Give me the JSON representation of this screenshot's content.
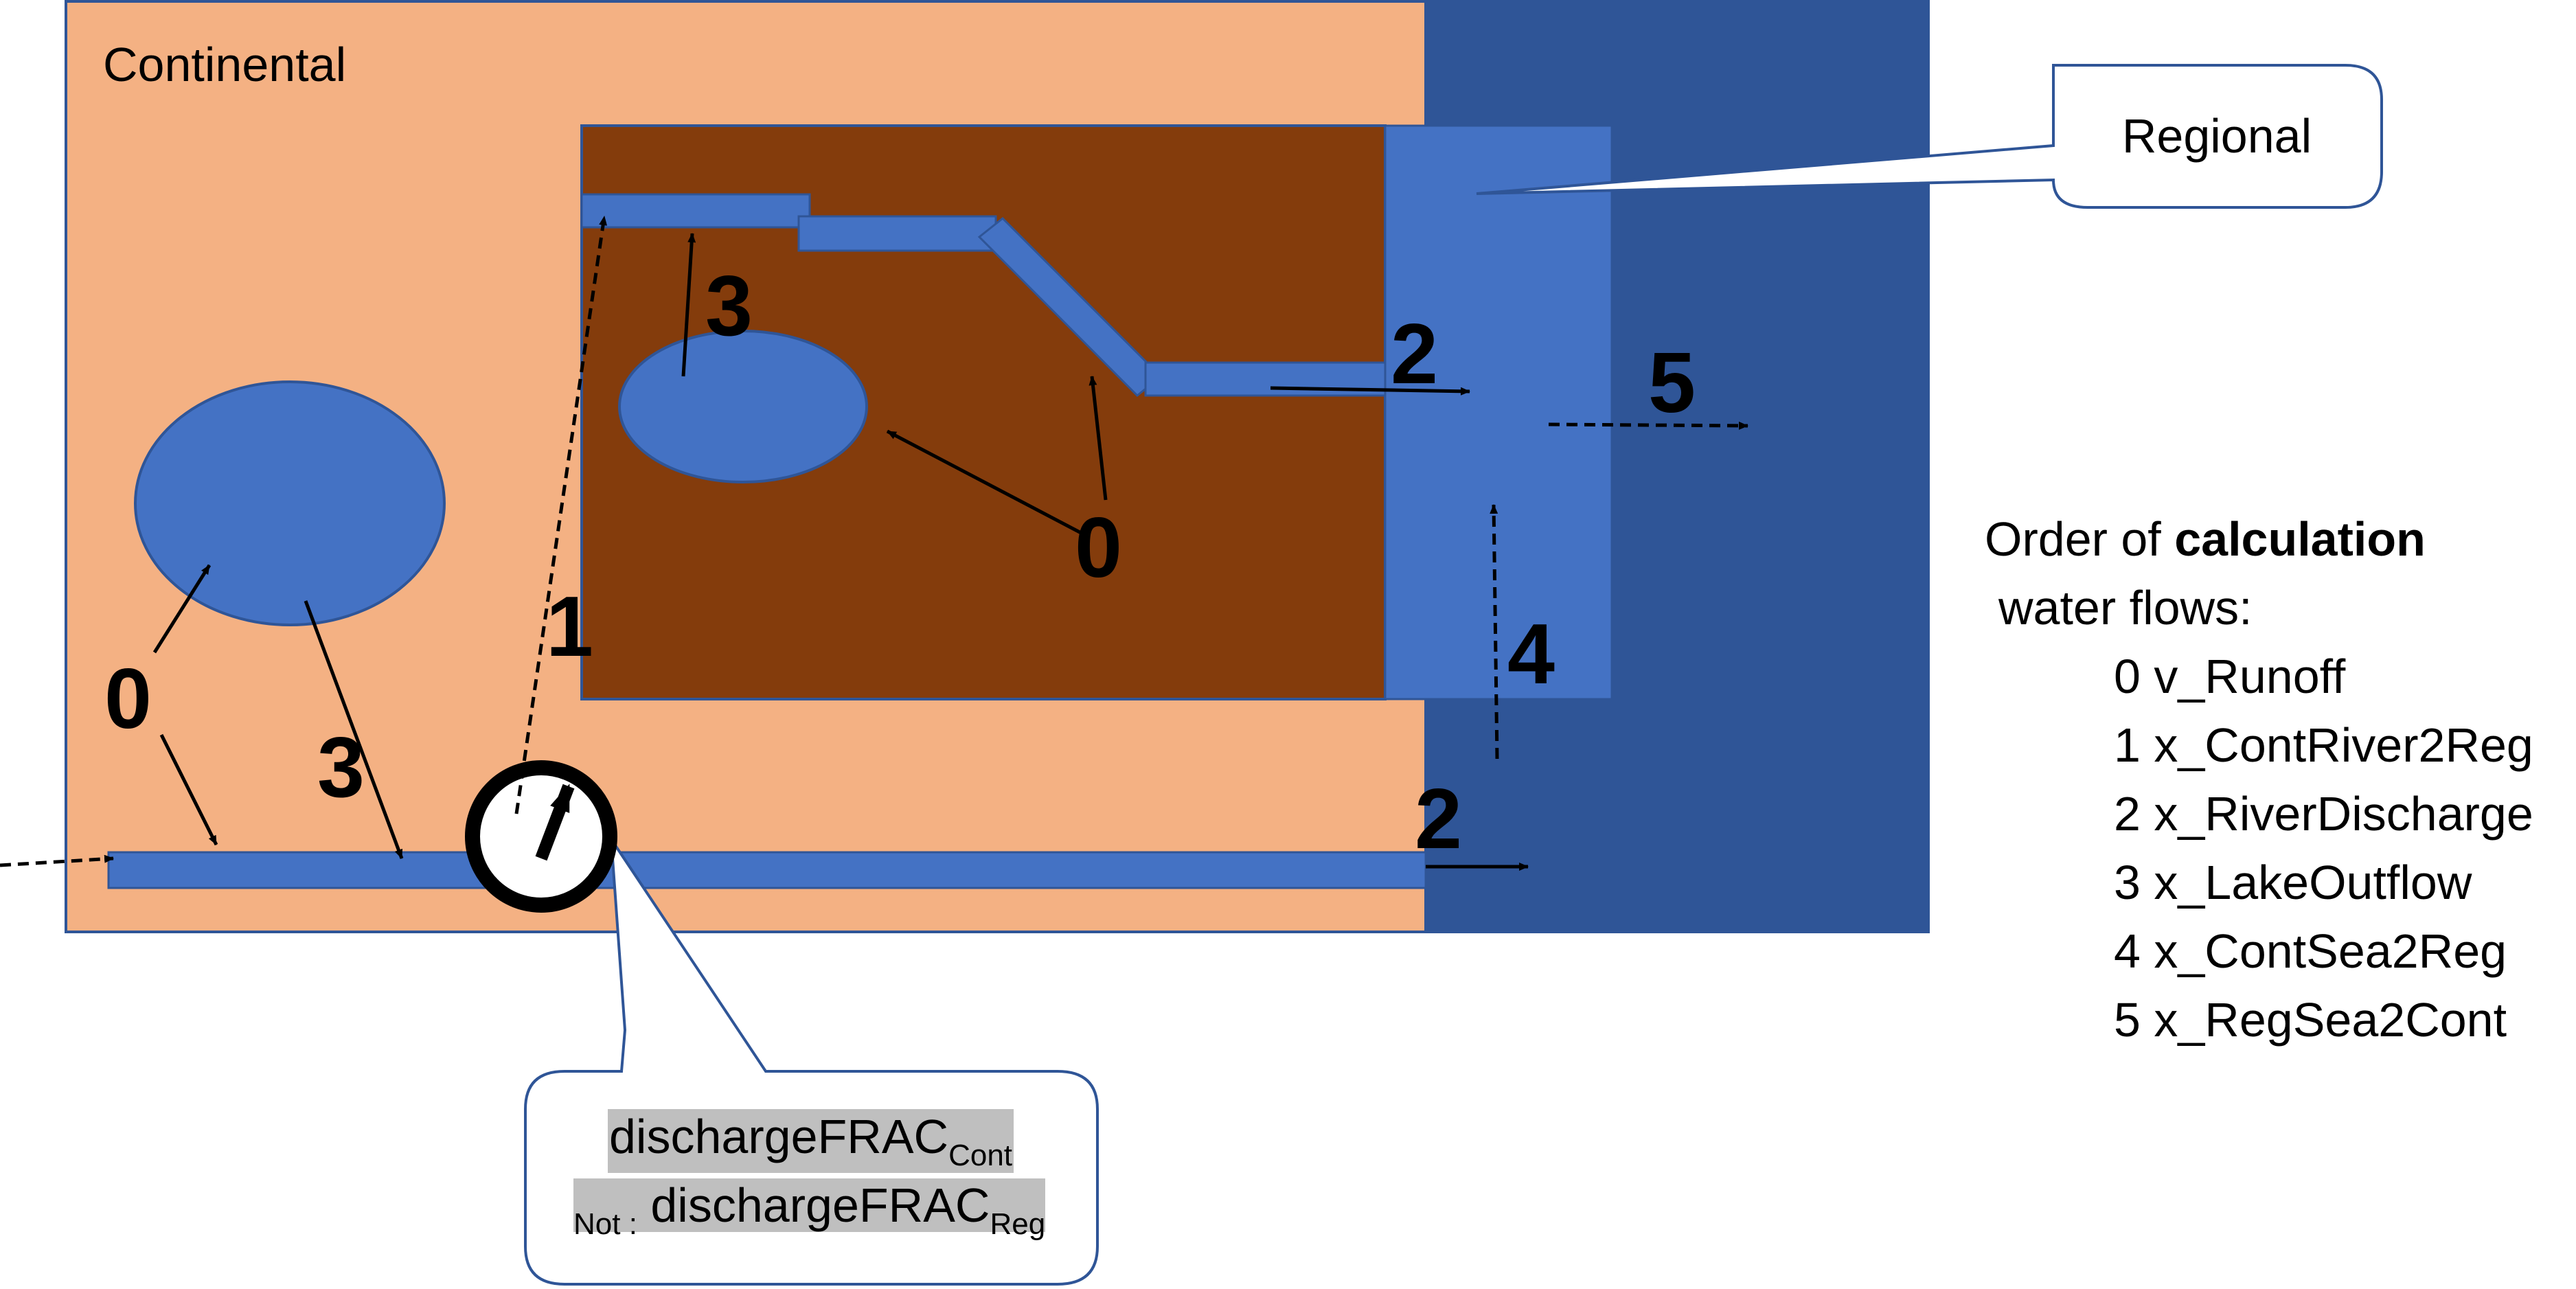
{
  "regions": {
    "continental_label": "Continental",
    "regional_label": "Regional"
  },
  "flow_numbers": {
    "runoff_left": "0",
    "lake_outflow_left": "3",
    "cont_river_to_reg": "1",
    "lake_outflow_regional": "3",
    "runoff_regional": "0",
    "river_discharge_regional": "2",
    "river_discharge_continental": "2",
    "cont_sea_to_reg": "4",
    "reg_sea_to_cont": "5"
  },
  "callout": {
    "line1_main": "dischargeFRAC",
    "line1_sub": "Cont",
    "line2_prefix": "Not :",
    "line2_main": "dischargeFRAC",
    "line2_sub": "Reg"
  },
  "legend": {
    "title_prefix": "Order of ",
    "title_bold": "calculation",
    "subtitle": "water flows:",
    "items": [
      "0 v_Runoff",
      "1 x_ContRiver2Reg",
      "2 x_RiverDischarge",
      "3 x_LakeOutflow",
      "4 x_ContSea2Reg",
      "5 x_RegSea2Cont"
    ]
  },
  "colors": {
    "continental_land": "#f4b183",
    "regional_land": "#843c0c",
    "water": "#4472c4",
    "sea": "#2f5597"
  }
}
